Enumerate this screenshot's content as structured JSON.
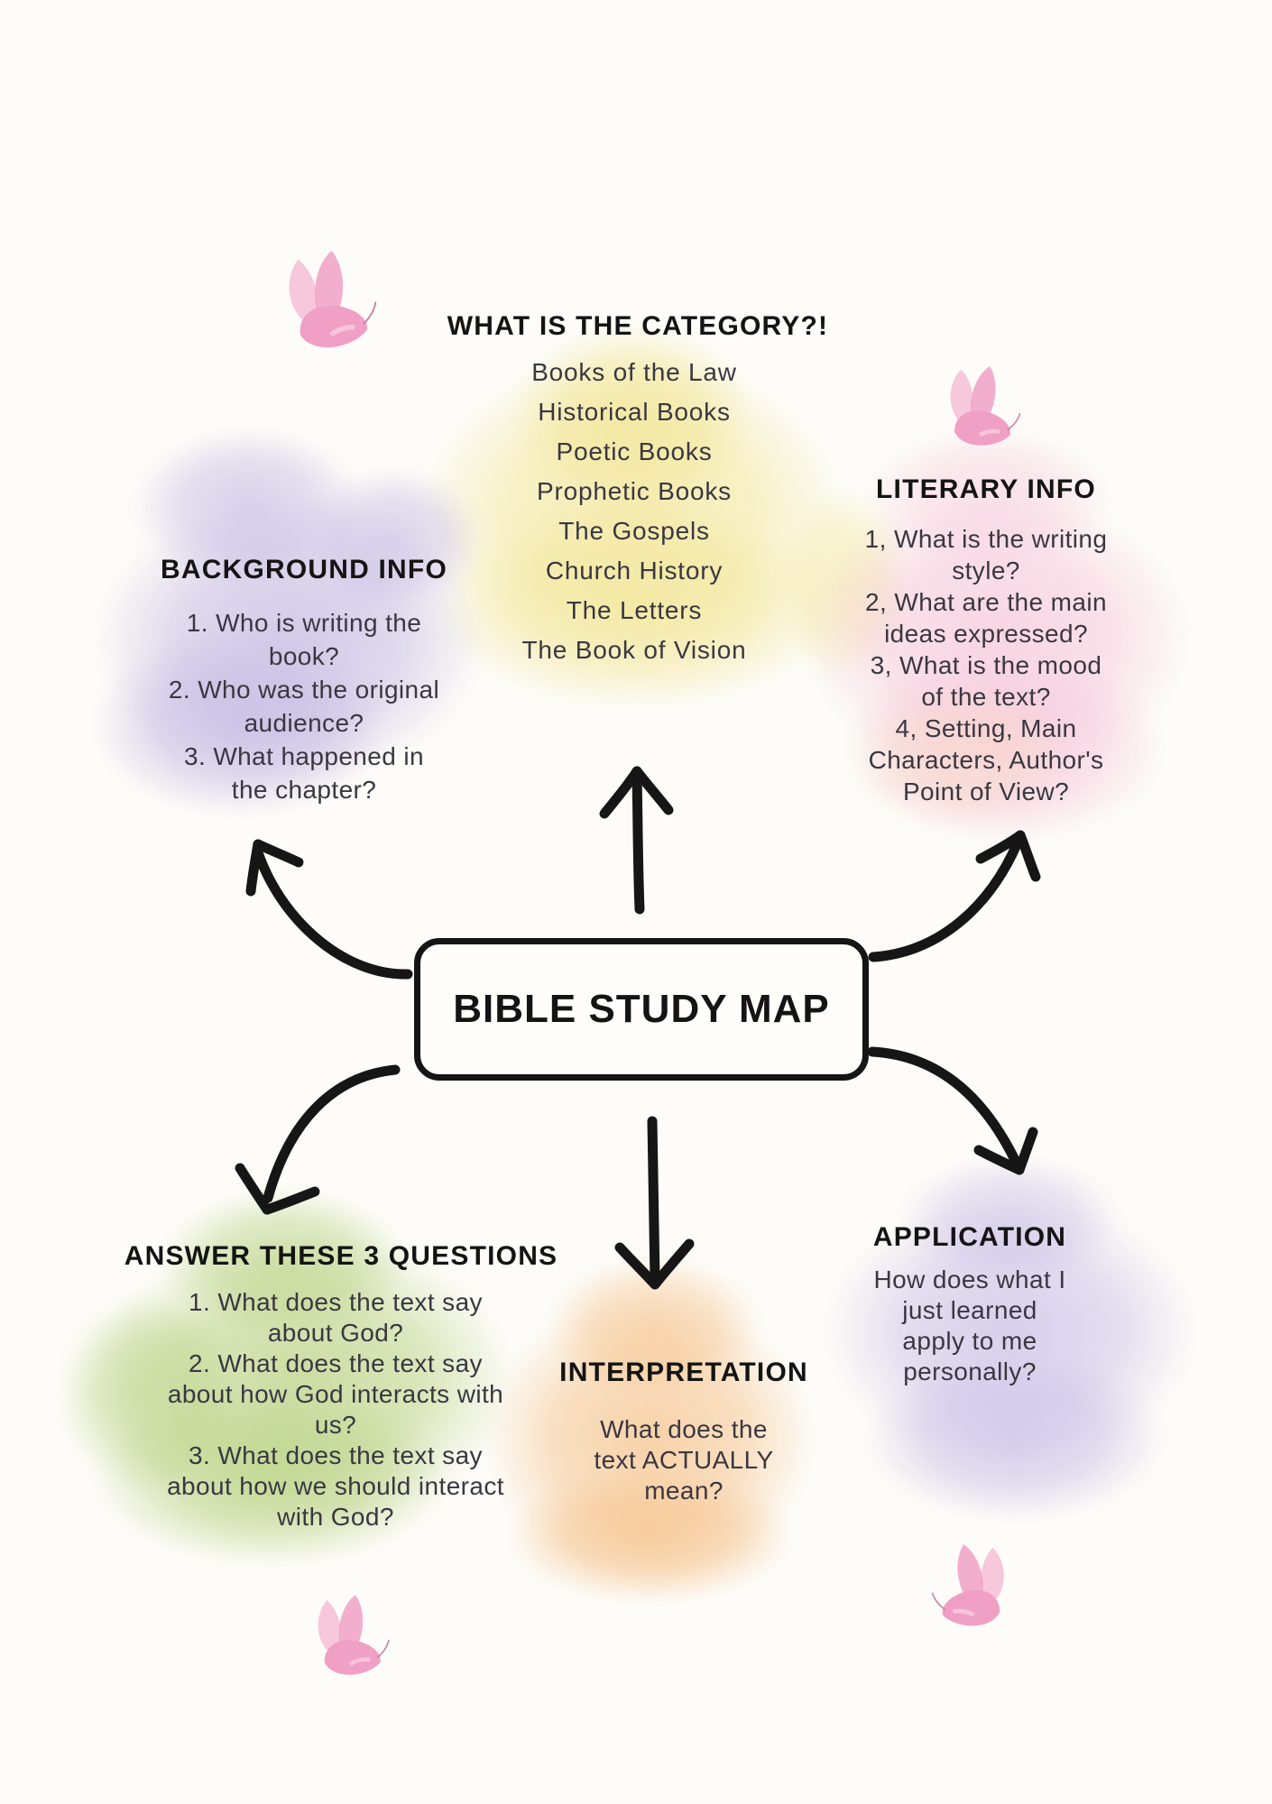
{
  "poster": {
    "title": "BIBLE STUDY MAP"
  },
  "sections": {
    "category": {
      "heading": "WHAT IS THE CATEGORY?!",
      "items": [
        "Books of the Law",
        "Historical Books",
        "Poetic Books",
        "Prophetic Books",
        "The Gospels",
        "Church History",
        "The Letters",
        "The Book of Vision"
      ]
    },
    "background": {
      "heading": "BACKGROUND INFO",
      "items": [
        "1. Who is writing the book?",
        "2. Who was the original audience?",
        "3. What happened in the chapter?"
      ]
    },
    "literary": {
      "heading": "LITERARY INFO",
      "items": [
        "1, What is the writing style?",
        "2, What are the main ideas expressed?",
        "3, What is the mood of the text?",
        "4, Setting, Main Characters, Author's Point of View?"
      ]
    },
    "answer": {
      "heading": "ANSWER THESE 3 QUESTIONS",
      "items": [
        "1. What does the text say about God?",
        "2. What does the text say about how God interacts with us?",
        "3. What does the text say about how we should interact with God?"
      ]
    },
    "interpretation": {
      "heading": "INTERPRETATION",
      "items": [
        "What does the text ACTUALLY mean?"
      ]
    },
    "application": {
      "heading": "APPLICATION",
      "items": [
        "How does what I just learned apply to me personally?"
      ]
    }
  },
  "colors": {
    "ink": "#161616",
    "blob_yellow": "#f3e79b",
    "blob_purple": "#c7bce4",
    "blob_pink": "#f6cadd",
    "blob_peach": "#f8d9c8",
    "blob_green": "#bcd488",
    "blob_orange": "#f6c692",
    "blob_lavender": "#cdc3e8",
    "butterfly_pink": "#f2a9c9"
  }
}
